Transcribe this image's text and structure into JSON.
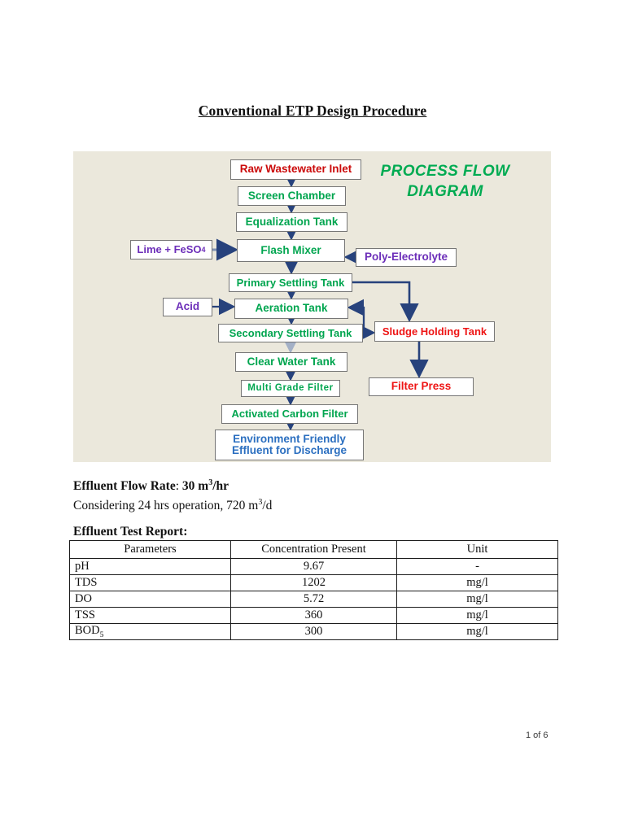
{
  "page": {
    "title": "Conventional ETP Design Procedure",
    "footer": "1 of 6"
  },
  "diagram": {
    "heading_line1": "PROCESS FLOW",
    "heading_line2": "DIAGRAM",
    "colors": {
      "panel_bg": "#ebe8dc",
      "green_label": "#00a54f",
      "red_label": "#ee1515",
      "dark_red_label": "#cb0a0a",
      "purple_label": "#6c2eb9",
      "blue_label": "#2b6fc0",
      "arrow_navy": "#27427c",
      "arrow_light": "#a3b0c6",
      "box_border": "#767676"
    },
    "nodes": {
      "raw_inlet": {
        "label": "Raw Wastewater Inlet"
      },
      "screen_chamber": {
        "label": "Screen Chamber"
      },
      "equalization_tank": {
        "label": "Equalization Tank"
      },
      "flash_mixer": {
        "label": "Flash Mixer"
      },
      "lime": {
        "label": "Lime + FeSO",
        "sub": "4"
      },
      "poly_electrolyte": {
        "label": "Poly-Electrolyte"
      },
      "primary_settling": {
        "label": "Primary Settling Tank"
      },
      "acid": {
        "label": "Acid"
      },
      "aeration_tank": {
        "label": "Aeration Tank"
      },
      "secondary_settling": {
        "label": "Secondary Settling Tank"
      },
      "sludge_holding": {
        "label": "Sludge Holding Tank"
      },
      "clear_water": {
        "label": "Clear Water Tank"
      },
      "multi_grade_filter": {
        "label": "Multi Grade Filter"
      },
      "filter_press": {
        "label": "Filter Press"
      },
      "activated_carbon": {
        "label": "Activated Carbon Filter"
      },
      "environment": {
        "line1": "Environment Friendly",
        "line2": "Effluent for Discharge"
      }
    }
  },
  "flow_rate": {
    "label": "Effluent Flow Rate",
    "sep": ": ",
    "value": "30 m",
    "sup": "3",
    "unit": "/hr"
  },
  "operation_note": {
    "text": "Considering 24 hrs operation, 720 m",
    "sup": "3",
    "unit": "/d"
  },
  "report": {
    "heading": "Effluent Test Report:",
    "columns": [
      "Parameters",
      "Concentration Present",
      "Unit"
    ],
    "rows": [
      {
        "param": "pH",
        "value": "9.67",
        "unit": "-"
      },
      {
        "param": "TDS",
        "value": "1202",
        "unit": "mg/l"
      },
      {
        "param": "DO",
        "value": "5.72",
        "unit": "mg/l"
      },
      {
        "param": "TSS",
        "value": "360",
        "unit": "mg/l"
      },
      {
        "param": "BOD",
        "param_sub": "5",
        "value": "300",
        "unit": "mg/l"
      }
    ]
  }
}
